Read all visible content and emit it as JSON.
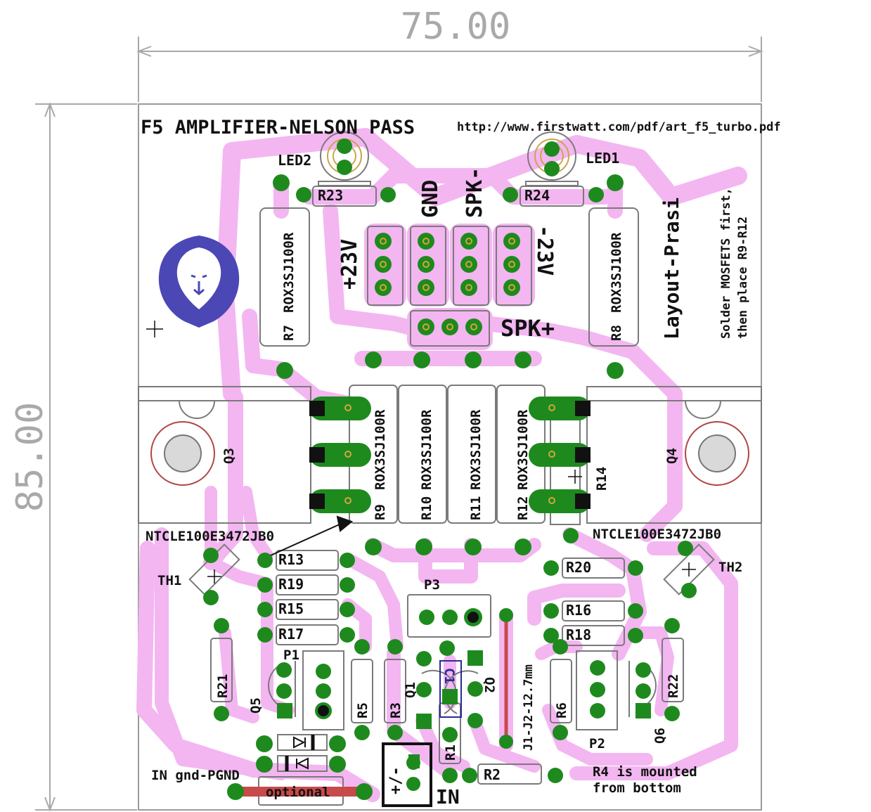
{
  "dimensions": {
    "width": "75.00",
    "height": "85.00"
  },
  "board": {
    "title": "F5 AMPLIFIER-NELSON PASS",
    "url": "http://www.firstwatt.com/pdf/art_f5_turbo.pdf",
    "layout_credit": "Layout-Prasi",
    "note_solder_line1": "Solder MOSFETS first,",
    "note_solder_line2": "then place R9-R12",
    "note_r4_line1": "R4 is mounted",
    "note_r4_line2": "from bottom"
  },
  "connectors": {
    "plus23": "+23V",
    "gnd": "GND",
    "spk_minus": "SPK-",
    "minus23": "-23V",
    "spk_plus": "SPK+",
    "in_label": "IN",
    "in_polarity": "+/-",
    "in_gnd": "IN gnd-PGND",
    "optional": "optional"
  },
  "labels": {
    "LED2": "LED2",
    "LED1": "LED1",
    "R23": "R23",
    "R24": "R24",
    "R7": "R7",
    "R8": "R8",
    "rox": "ROX3SJ100R",
    "Q3": "Q3",
    "Q4": "Q4",
    "R9": "R9",
    "R10": "R10",
    "R11": "R11",
    "R12": "R12",
    "R14": "R14",
    "ntc": "NTCLE100E3472JB0",
    "TH1": "TH1",
    "TH2": "TH2",
    "R13": "R13",
    "R19": "R19",
    "R15": "R15",
    "R17": "R17",
    "R20": "R20",
    "R16": "R16",
    "R18": "R18",
    "P1": "P1",
    "P2": "P2",
    "P3": "P3",
    "R21": "R21",
    "R22": "R22",
    "Q5": "Q5",
    "Q6": "Q6",
    "R5": "R5",
    "R3": "R3",
    "Q1": "Q1",
    "Q2": "Q2",
    "C1": "C1",
    "R1": "R1",
    "R6": "R6",
    "R2": "R2",
    "jumper": "J1-J2-12.7mm"
  },
  "colors": {
    "trace": "#f3b6f1",
    "pad": "#1e8a1e",
    "drill": "#d6a43a",
    "outline": "#7a7a7a",
    "red": "#c84a4a",
    "logo": "#4b47b5"
  }
}
